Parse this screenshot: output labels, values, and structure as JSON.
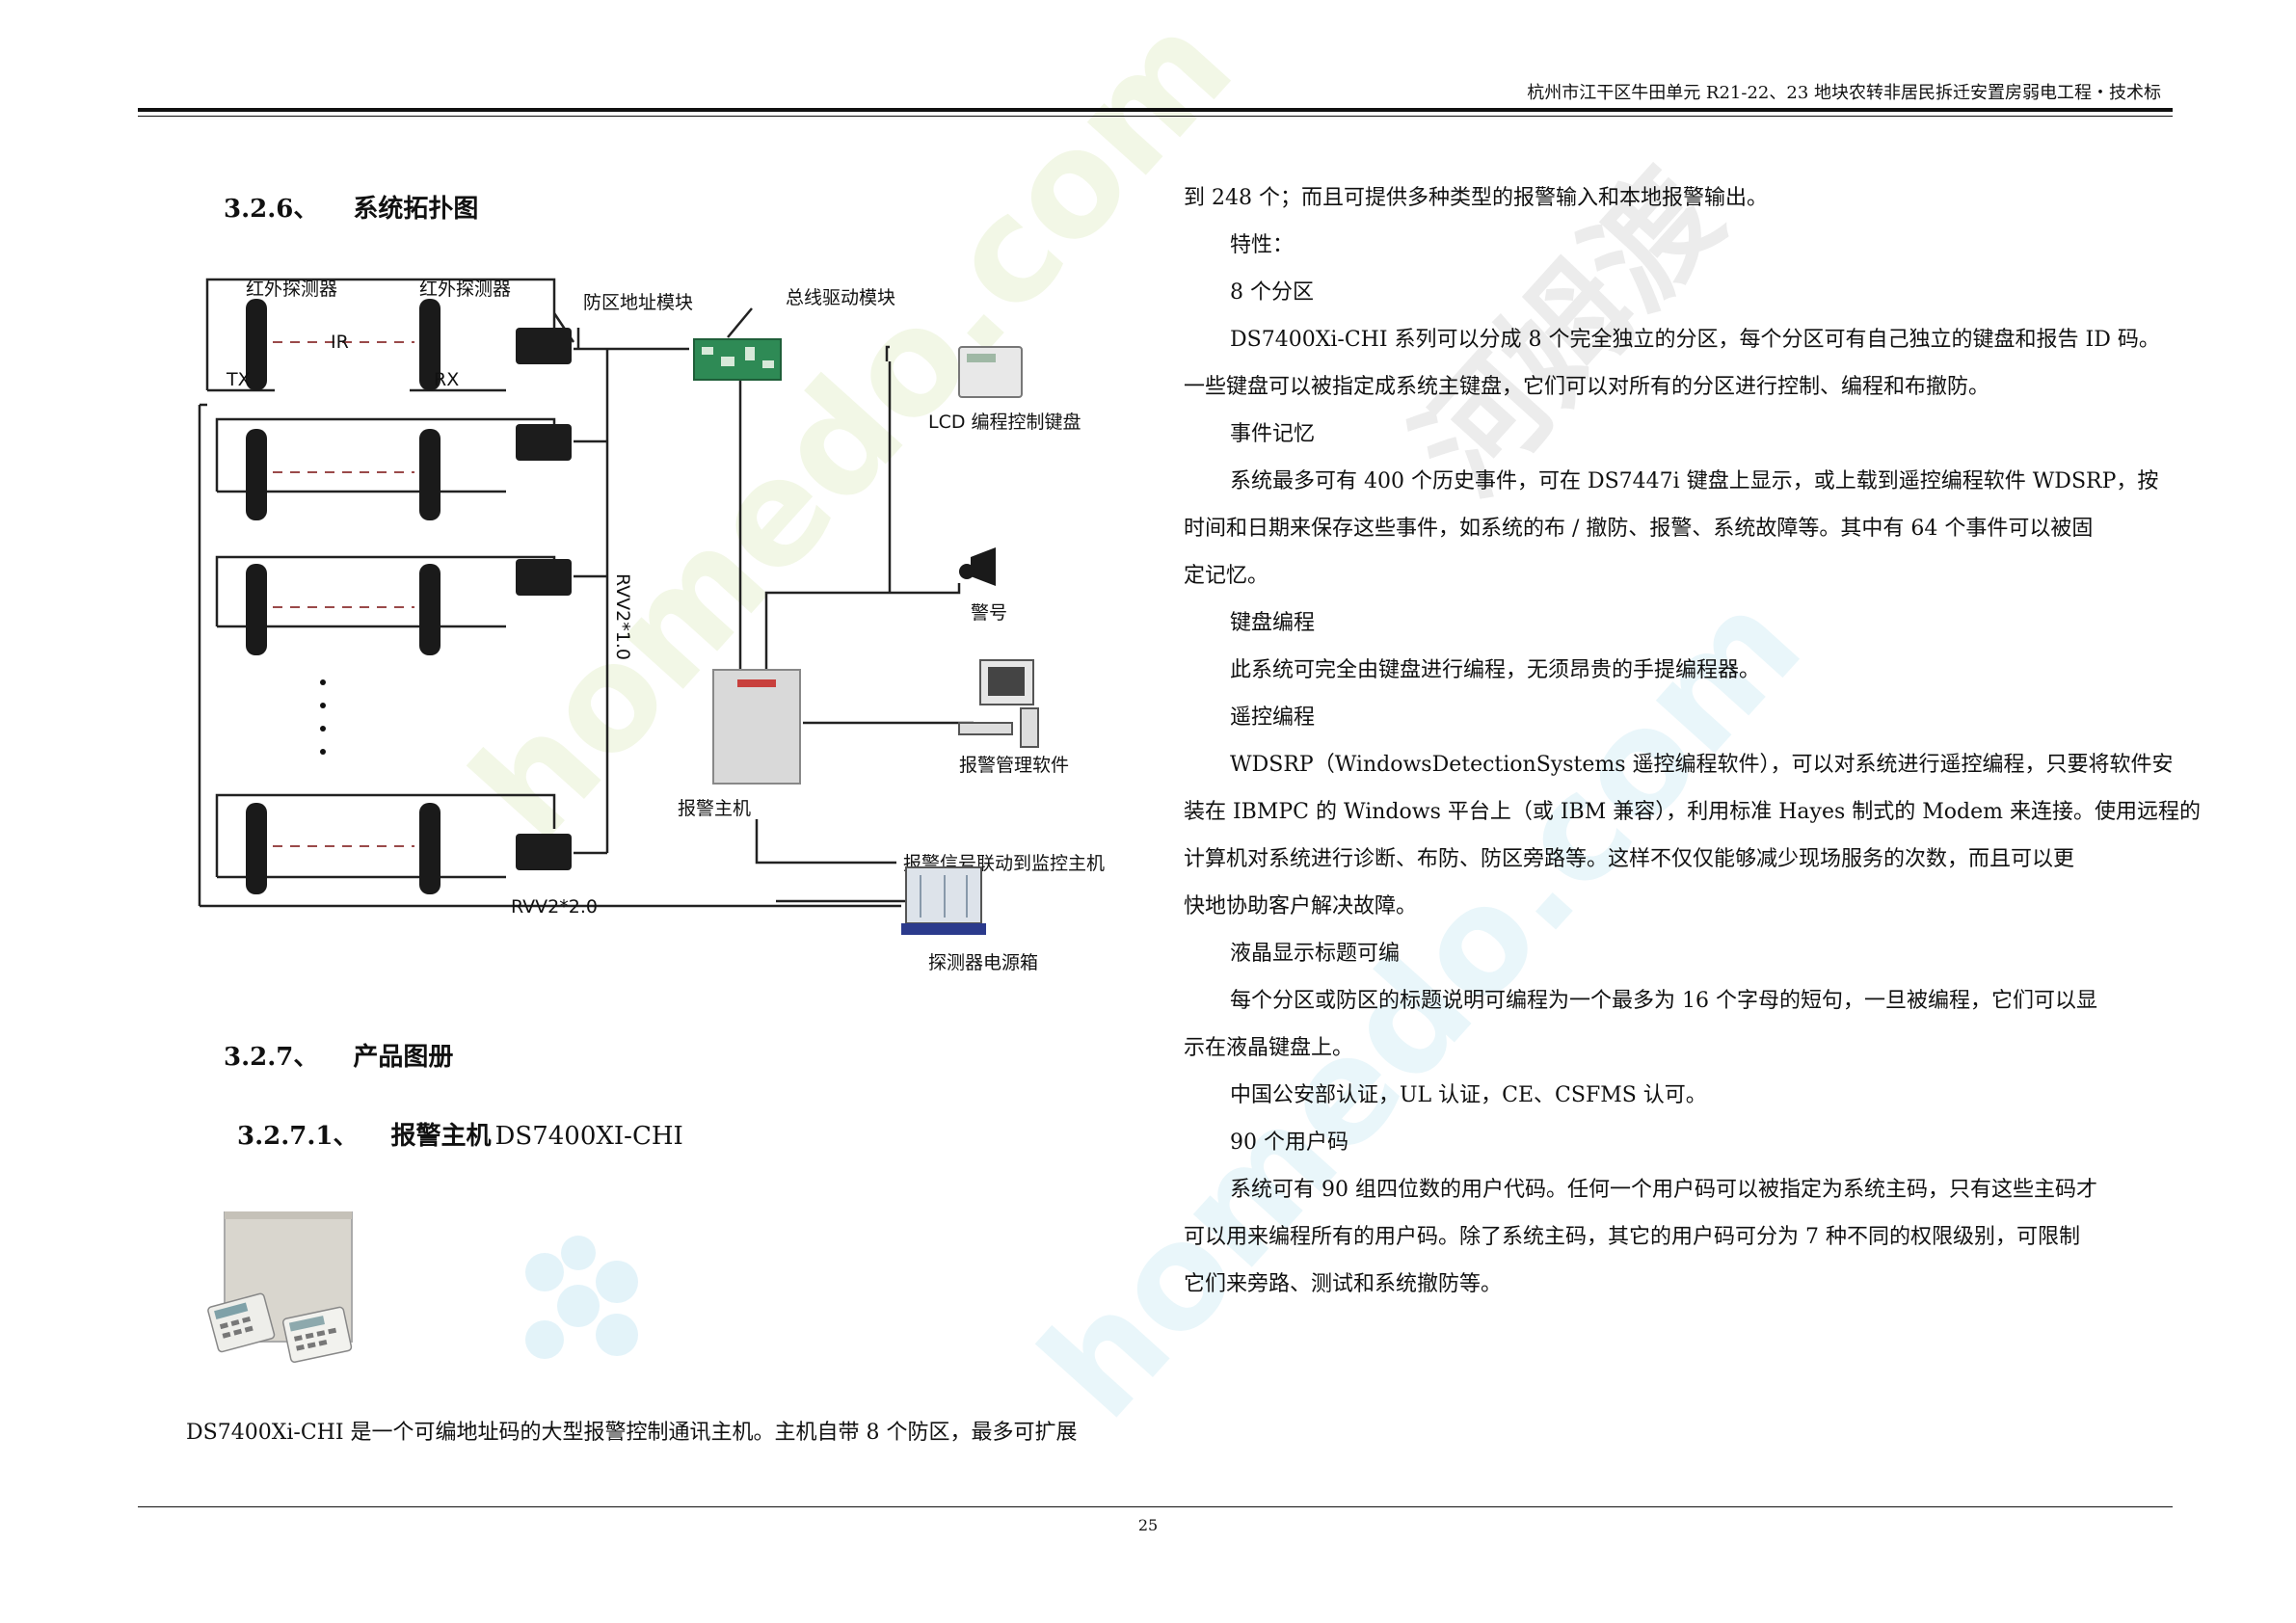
{
  "header": {
    "title": "杭州市江干区牛田单元 R21-22、23 地块农转非居民拆迁安置房弱电工程・技术标"
  },
  "watermark": {
    "text1": "homedo.com",
    "text2": "河姆渡",
    "text3": "homedo.com"
  },
  "left": {
    "section_326": {
      "num": "3.2.6、",
      "title": "系统拓扑图"
    },
    "diagram": {
      "ir_sensor_1": "红外探测器",
      "ir_sensor_2": "红外探测器",
      "zone_module": "防区地址模块",
      "bus_driver": "总线驱动模块",
      "tx": "TX",
      "rx": "RX",
      "ir": "IR",
      "lcd_keyboard": "LCD 编程控制键盘",
      "siren": "警号",
      "cable_1": "RVV2*1.0",
      "panel": "报警主机",
      "software": "报警管理软件",
      "linkage": "报警信号联动到监控主机",
      "cable_2": "RVV2*2.0",
      "power_box": "探测器电源箱"
    },
    "section_327": {
      "num": "3.2.7、",
      "title": "产品图册"
    },
    "section_3271": {
      "num": "3.2.7.1、",
      "title": "报警主机",
      "model": "DS7400XI-CHI"
    },
    "intro": "DS7400Xi-CHI 是一个可编地址码的大型报警控制通讯主机。主机自带 8 个防区，最多可扩展"
  },
  "right": {
    "lines": [
      {
        "text": "到 248 个；而且可提供多种类型的报警输入和本地报警输出。",
        "indent": false
      },
      {
        "text": "特性：",
        "indent": true
      },
      {
        "text": "8 个分区",
        "indent": true
      },
      {
        "text": "DS7400Xi-CHI 系列可以分成 8 个完全独立的分区，每个分区可有自己独立的键盘和报告 ID 码。",
        "indent": true
      },
      {
        "text": "一些键盘可以被指定成系统主键盘，它们可以对所有的分区进行控制、编程和布撤防。",
        "indent": false
      },
      {
        "text": "事件记忆",
        "indent": true
      },
      {
        "text": "系统最多可有 400 个历史事件，可在 DS7447i 键盘上显示，或上载到遥控编程软件 WDSRP，按",
        "indent": true
      },
      {
        "text": "时间和日期来保存这些事件，如系统的布 / 撤防、报警、系统故障等。其中有 64 个事件可以被固",
        "indent": false
      },
      {
        "text": "定记忆。",
        "indent": false
      },
      {
        "text": "键盘编程",
        "indent": true
      },
      {
        "text": "此系统可完全由键盘进行编程，无须昂贵的手提编程器。",
        "indent": true
      },
      {
        "text": "遥控编程",
        "indent": true
      },
      {
        "text": "WDSRP（WindowsDetectionSystems 遥控编程软件），可以对系统进行遥控编程，只要将软件安",
        "indent": true
      },
      {
        "text": "装在 IBMPC 的 Windows 平台上（或 IBM 兼容），利用标准 Hayes 制式的 Modem 来连接。使用远程的",
        "indent": false
      },
      {
        "text": "计算机对系统进行诊断、布防、防区旁路等。这样不仅仅能够减少现场服务的次数，而且可以更",
        "indent": false
      },
      {
        "text": "快地协助客户解决故障。",
        "indent": false
      },
      {
        "text": "液晶显示标题可编",
        "indent": true
      },
      {
        "text": "每个分区或防区的标题说明可编程为一个最多为 16 个字母的短句，一旦被编程，它们可以显",
        "indent": true
      },
      {
        "text": "示在液晶键盘上。",
        "indent": false
      },
      {
        "text": "中国公安部认证，UL 认证，CE、CSFMS 认可。",
        "indent": true
      },
      {
        "text": "90 个用户码",
        "indent": true
      },
      {
        "text": "系统可有 90 组四位数的用户代码。任何一个用户码可以被指定为系统主码，只有这些主码才",
        "indent": true
      },
      {
        "text": "可以用来编程所有的用户码。除了系统主码，其它的用户码可分为 7 种不同的权限级别，可限制",
        "indent": false
      },
      {
        "text": "它们来旁路、测试和系统撤防等。",
        "indent": false
      }
    ]
  },
  "footer": {
    "page_number": "25"
  }
}
